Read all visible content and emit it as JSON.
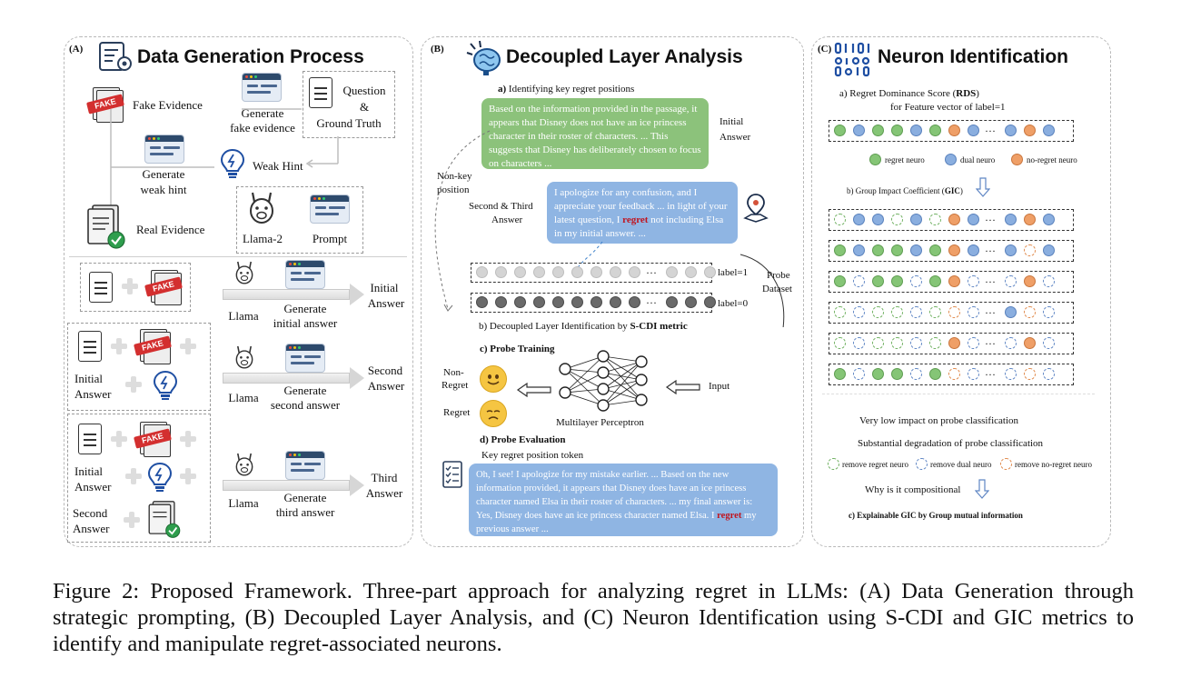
{
  "panel_a": {
    "tag": "(A)",
    "title": "Data Generation Process",
    "fake_evidence": "Fake Evidence",
    "generate_fake_evidence": [
      "Generate",
      "fake evidence"
    ],
    "question_ground_truth": [
      "Question",
      "&",
      "Ground Truth"
    ],
    "generate_weak_hint": [
      "Generate",
      "weak hint"
    ],
    "weak_hint": "Weak Hint",
    "real_evidence": "Real Evidence",
    "llama2": "Llama-2",
    "prompt": "Prompt",
    "fake_stamp": "FAKE",
    "rows": [
      {
        "llama": "Llama",
        "generate": [
          "Generate",
          "initial answer"
        ],
        "output": [
          "Initial",
          "Answer"
        ]
      },
      {
        "llama": "Llama",
        "generate": [
          "Generate",
          "second answer"
        ],
        "output": [
          "Second",
          "Answer"
        ],
        "input_label": [
          "Initial",
          "Answer"
        ]
      },
      {
        "llama": "Llama",
        "generate": [
          "Generate",
          "third answer"
        ],
        "output": [
          "Third",
          "Answer"
        ],
        "input_labels": [
          [
            "Initial",
            "Answer"
          ],
          [
            "Second",
            "Answer"
          ]
        ]
      }
    ]
  },
  "panel_b": {
    "tag": "(B)",
    "title": "Decoupled Layer Analysis",
    "step_a_prefix": "a)",
    "step_a": " Identifying key regret positions",
    "initial_bubble": "Based on the information provided in the passage, it appears that Disney does not have an ice princess character in their roster of characters. ... This suggests that Disney has deliberately chosen to focus on characters ...",
    "initial_answer": [
      "Initial",
      "Answer"
    ],
    "non_key_position": [
      "Non-key",
      "position"
    ],
    "second_third": [
      "Second & Third",
      "Answer"
    ],
    "second_bubble_pre": "I apologize for any confusion, and I appreciate your feedback ... in light of your latest question, I ",
    "regret_word": "regret",
    "second_bubble_post": " not including Elsa in my initial answer. ...",
    "label1": "label=1",
    "label0": "label=0",
    "probe_dataset": [
      "Probe",
      "Dataset"
    ],
    "step_b_prefix": "b) Decoupled Layer Identification by ",
    "step_b_bold": "S-CDI metric",
    "step_c": "c) Probe Training",
    "non_regret": [
      "Non-",
      "Regret"
    ],
    "regret": "Regret",
    "mlp": "Multilayer Perceptron",
    "input": "Input",
    "step_d": "d) Probe Evaluation",
    "key_token": "Key regret position token",
    "eval_bubble_pre": "Oh, I see! I apologize for my mistake earlier. ... Based on the new information provided, it appears that Disney does have an ice princess character named Elsa in their roster of characters. ... my final answer is: Yes, Disney does have an ice princess character named Elsa. I ",
    "eval_regret": "regret",
    "eval_bubble_post": " my previous answer ..."
  },
  "panel_c": {
    "tag": "(C)",
    "title": "Neuron Identification",
    "rds_line1_pre": "a) Regret Dominance Score (",
    "rds_bold": "RDS",
    "rds_line1_post": ")",
    "rds_line2": "for Feature vector of label=1",
    "legend": {
      "regret": "regret neuro",
      "dual": "dual neuro",
      "nonregret": "no-regret neuro"
    },
    "gic_pre": "b) Group Impact Coefficient (",
    "gic_bold": "GIC",
    "gic_post": ")",
    "low_impact": "Very low impact on probe classification",
    "degradation": "Substantial degradation of probe classification",
    "remove": {
      "regret": "remove regret neuro",
      "dual": "remove dual neuro",
      "nonregret": "remove no-regret neuro"
    },
    "compositional": "Why is it compositional",
    "explainable": "c) Explainable GIC by Group mutual information",
    "ellipsis": "···"
  },
  "caption": "Figure 2: Proposed Framework. Three-part approach for analyzing regret in LLMs: (A) Data Generation through strategic prompting, (B) Decoupled Layer Analysis, and (C) Neuron Identification using S-CDI and GIC metrics to identify and manipulate regret-associated neurons.",
  "colors": {
    "regret_neuro": "#85c576",
    "dual_neuro": "#8aaedf",
    "nonregret_neuro": "#ef9f67",
    "regret_text": "#c0151f",
    "bubble_green": "#8cc27b",
    "bubble_blue": "#8fb5e3"
  },
  "icons": [
    "settings-document-icon",
    "brain-icon",
    "binary-network-icon",
    "fake-document-icon",
    "browser-window-icon",
    "document-icon",
    "lightbulb-icon",
    "llama-icon",
    "checked-document-icon",
    "location-pin-icon",
    "checklist-icon",
    "smile-emoji-icon",
    "sad-emoji-icon",
    "neural-network-icon"
  ]
}
